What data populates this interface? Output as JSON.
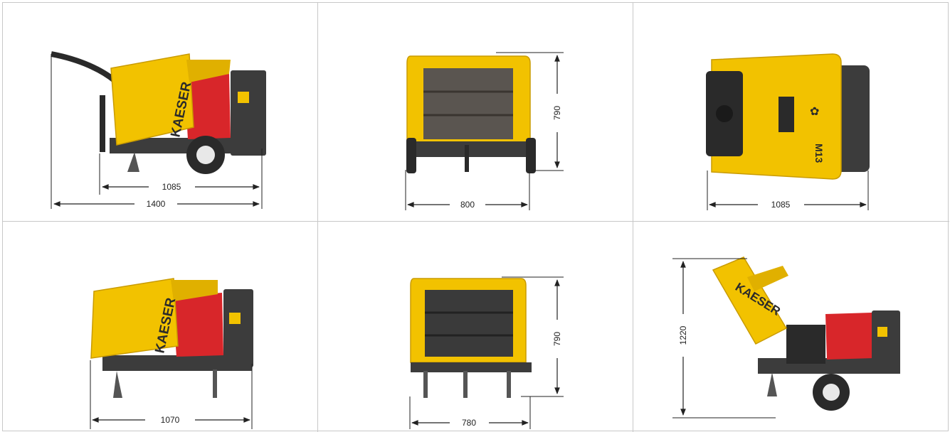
{
  "brand": "KAESER",
  "model_badge": "M13",
  "colors": {
    "yellow": "#f2c200",
    "yellow_dark": "#d9a800",
    "red": "#d8262a",
    "frame": "#3c3c3c",
    "grid": "#c8c8c8",
    "dim_line": "#222222"
  },
  "views": [
    {
      "name": "side-view-with-drawbar",
      "dims": {
        "inner_length": "1085",
        "overall_length": "1400"
      }
    },
    {
      "name": "rear-view-with-drawbar",
      "dims": {
        "width": "800",
        "height": "790"
      }
    },
    {
      "name": "top-view",
      "dims": {
        "length": "1085"
      }
    },
    {
      "name": "side-view-on-feet",
      "dims": {
        "length": "1070"
      }
    },
    {
      "name": "rear-view-on-feet",
      "dims": {
        "width": "780",
        "height": "790"
      }
    },
    {
      "name": "side-view-hood-open",
      "dims": {
        "height": "1220"
      }
    }
  ]
}
